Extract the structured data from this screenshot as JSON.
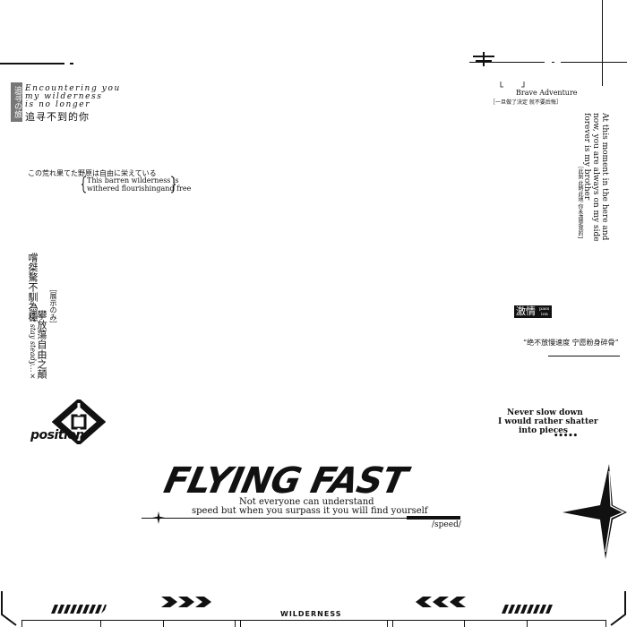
{
  "left_block": {
    "vertical_badge": "追寻の旅",
    "english_lines": [
      "Encountering you",
      "my wilderness",
      "is no longer"
    ],
    "chinese_line": "追寻不到的你"
  },
  "japanese_block": {
    "jp_line": "この荒れ果てた野原は自由に栄えている",
    "en_line1": "This barren wilderness is",
    "en_line2": "withered flourishingand free"
  },
  "vertical_left": {
    "col1": "嚐桀驁不馴為穩",
    "col1_en": "not stay steady…×",
    "bracket": "［展示のみ］",
    "col2": "攀放蕩自由之顛"
  },
  "top_right": {
    "brave_title": "Brave Adventure",
    "brave_sub": "［一旦做了決定 就不要后悔］",
    "vertical_en": "At this moment in the here and now, you are always on my side forever is my brother",
    "vertical_zh": "［此刻 此時此地 你永遠是我的]"
  },
  "passion": {
    "label": "激情",
    "tag_top": "pass",
    "tag_bottom": "ion",
    "quote": "“绝不放慢速度 宁愿粉身碎骨”"
  },
  "never_slow": {
    "line1": "Never slow down",
    "line2": "I would rather shatter",
    "line3": "into pieces"
  },
  "position_logo": {
    "text": "position"
  },
  "title": {
    "main": "FLYING FAST",
    "sub1": "Not everyone can understand",
    "sub2": "speed but when you surpass it you will find yourself",
    "tag": "/speed/"
  },
  "bottom": {
    "label": "WILDERNESS"
  },
  "colors": {
    "ink": "#111111",
    "paper": "#ffffff"
  },
  "icons": {
    "compass_star": "four-point-star",
    "sparkle": "small-sparkle",
    "arrows_right": "chevrons-right",
    "arrows_left": "chevrons-left"
  }
}
